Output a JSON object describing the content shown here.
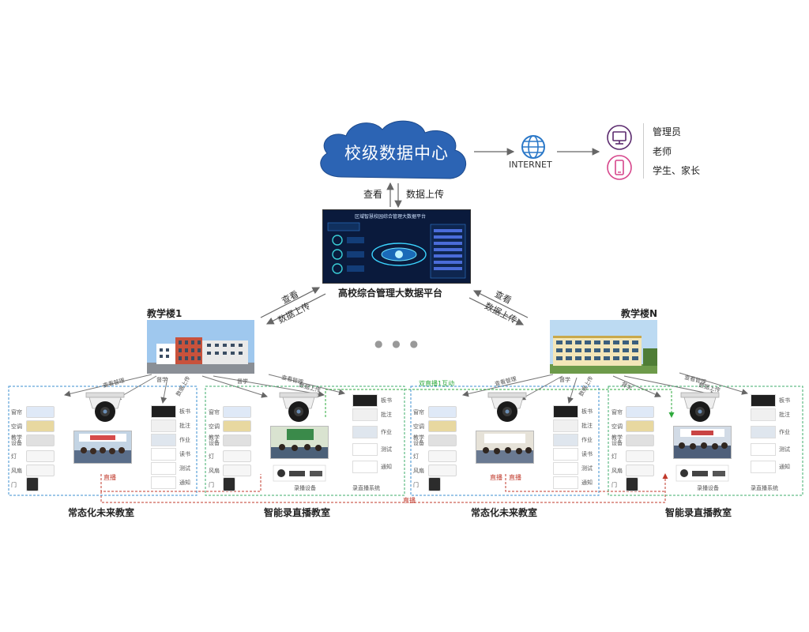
{
  "cloud": {
    "label": "校级数据中心"
  },
  "internet": {
    "label": "INTERNET"
  },
  "roles": [
    "管理员",
    "老师",
    "学生、家长"
  ],
  "center_flow": {
    "view": "查看",
    "upload": "数据上传"
  },
  "platform": {
    "label": "高校综合管理大数据平台",
    "screen_title": "区域智慧校园综合管理大数据平台"
  },
  "side_flow": {
    "view": "查看",
    "upload": "数据上传"
  },
  "buildings": [
    {
      "label": "教学楼1"
    },
    {
      "label": "教学楼N"
    }
  ],
  "ellipsis": "● ● ●",
  "classrooms": [
    {
      "label": "常态化未来教室"
    },
    {
      "label": "智能录直播教室"
    },
    {
      "label": "常态化未来教室"
    },
    {
      "label": "智能录直播教室"
    }
  ],
  "devices_left": [
    "窗帘",
    "空调",
    "教学设备",
    "灯",
    "风扇",
    "门"
  ],
  "devices_left_alt": [
    "窗帘",
    "空调",
    "教学设备",
    "灯",
    "风扇",
    "门"
  ],
  "apps_right": [
    "板书",
    "批注",
    "作业",
    "读书",
    "测试",
    "通知"
  ],
  "apps_right_alt": [
    "板书",
    "批注",
    "作业",
    "测试",
    "通知"
  ],
  "links": {
    "view_manage": "查看管理",
    "reading": "督学",
    "data_upload": "数据上传",
    "dual_live": "双直播1互动",
    "live": "直播",
    "live2": "直播"
  },
  "recording": {
    "device_label": "录播设备",
    "system_label": "录直播系统"
  },
  "colors": {
    "cloud": "#2c64b4",
    "classroom_border_blue": "#3b8fd1",
    "classroom_border_green": "#3cae6b",
    "live_red": "#c0392b",
    "interactive_green": "#2eaa3c"
  }
}
